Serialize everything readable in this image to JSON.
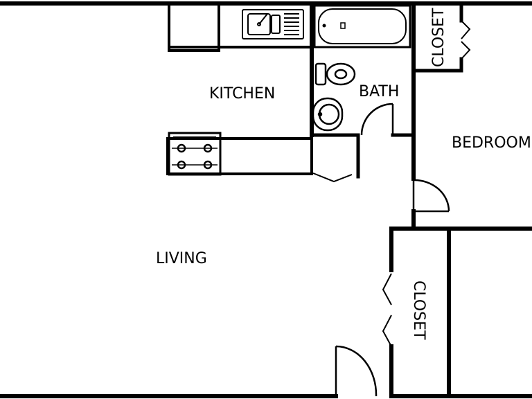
{
  "rooms": {
    "kitchen": "KITCHEN",
    "bath": "BATH",
    "bedroom": "BEDROOM",
    "living": "LIVING",
    "closet_top": "CLOSET",
    "closet_right": "CLOSET"
  },
  "colors": {
    "wall": "#000000",
    "background": "#ffffff"
  },
  "fixtures": [
    "sink",
    "bathtub",
    "toilet",
    "lavatory",
    "range",
    "closet-bifold-doors",
    "swing-doors"
  ]
}
